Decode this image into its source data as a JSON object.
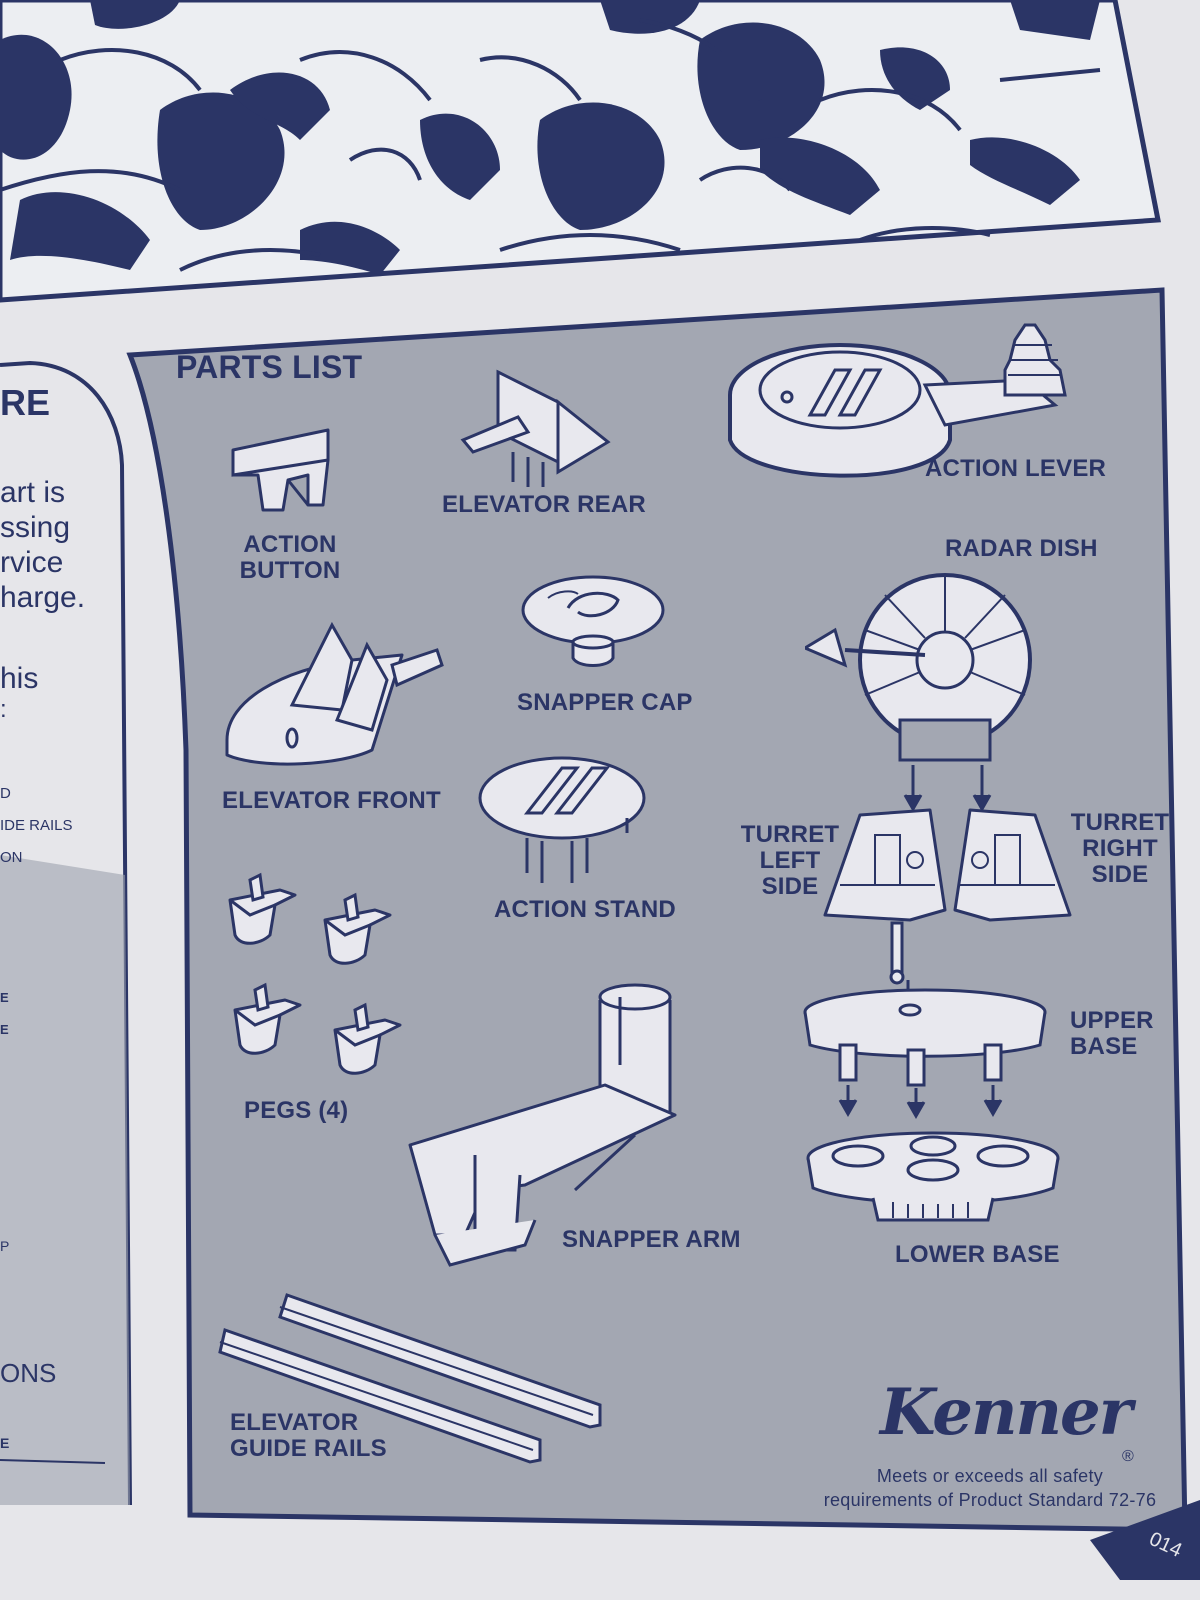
{
  "parts_list": {
    "title": "PARTS LIST",
    "parts": {
      "action_button": "ACTION\nBUTTON",
      "elevator_rear": "ELEVATOR REAR",
      "action_lever": "ACTION LEVER",
      "radar_dish": "RADAR DISH",
      "snapper_cap": "SNAPPER CAP",
      "elevator_front": "ELEVATOR FRONT",
      "turret_left_side": "TURRET\nLEFT\nSIDE",
      "turret_right_side": "TURRET\nRIGHT\nSIDE",
      "action_stand": "ACTION STAND",
      "upper_base": "UPPER\nBASE",
      "pegs": "PEGS (4)",
      "snapper_arm": "SNAPPER ARM",
      "lower_base": "LOWER BASE",
      "elevator_guide_rails": "ELEVATOR\nGUIDE RAILS"
    }
  },
  "left_panel": {
    "heading": "RE",
    "lines": [
      "art is",
      "ssing",
      "rvice",
      "harge.",
      "his",
      ":"
    ],
    "small_lines": [
      "D",
      "IDE RAILS",
      "ON"
    ],
    "small_lines_2": [
      "E",
      "E"
    ],
    "tick_label": "P",
    "bottom_heading": "ONS",
    "bottom_small": "E"
  },
  "brand": {
    "logo": "Kenner",
    "registered": "®",
    "safety_line_1": "Meets or exceeds all safety",
    "safety_line_2": "requirements of Product Standard 72-76"
  },
  "corner_code": "014",
  "colors": {
    "ink": "#2b3566",
    "panel_gray": "#a3a7b2",
    "paper": "#e6e6ea",
    "part_fill": "#e8e8ee"
  }
}
